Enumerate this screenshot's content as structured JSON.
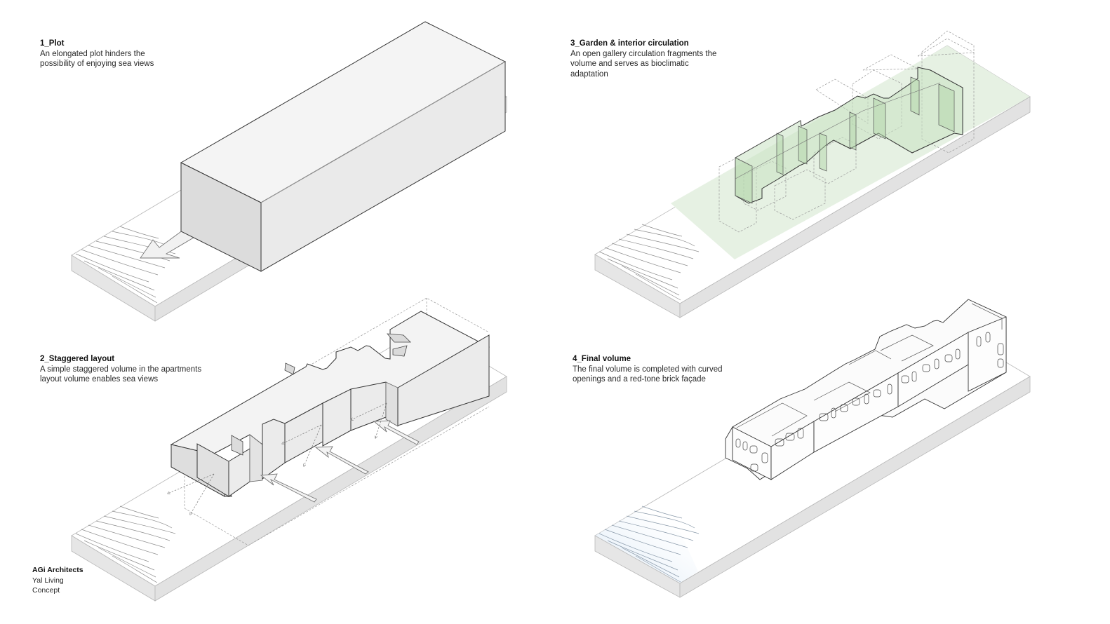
{
  "sheet": {
    "panels": [
      {
        "id": "plot",
        "title": "1_Plot",
        "description": "An elongated plot hinders the\npossibility of enjoying sea views"
      },
      {
        "id": "staggered",
        "title": "2_Staggered layout",
        "description": "A simple staggered volume in the apartments\nlayout volume enables sea views"
      },
      {
        "id": "garden",
        "title": "3_Garden & interior circulation",
        "description": "An open gallery circulation fragments the\nvolume and serves as bioclimatic\nadaptation"
      },
      {
        "id": "final",
        "title": "4_Final volume",
        "description": "The final volume is completed with curved\nopenings and a red-tone brick façade"
      }
    ],
    "credits": {
      "firm": "AGi Architects",
      "project": "Yal Living",
      "stage": "Concept"
    }
  },
  "colors": {
    "background": "#ffffff",
    "outline_dark": "#333333",
    "outline_light": "#9a9a9a",
    "slab_side": "#e4e4e4",
    "slab_top": "#ffffff",
    "volume_top": "#f3f3f3",
    "volume_front": "#e9e9e9",
    "volume_end": "#dcdcdc",
    "garden_green": "#e6f1e3",
    "volume_green": "#b9d9b3",
    "sea_blue": "#e3eef8",
    "contour": "#8a8a8a"
  }
}
